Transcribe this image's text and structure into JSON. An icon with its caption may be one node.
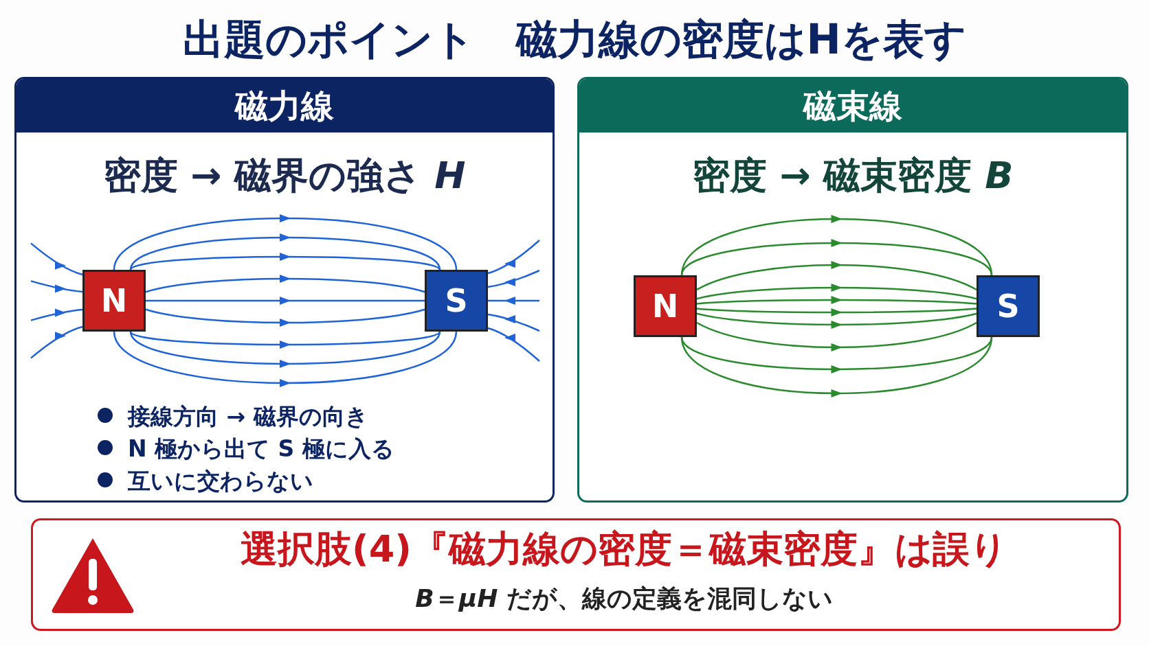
{
  "diagram": {
    "title": "出題のポイント　磁力線の密度はHを表す",
    "nodes": [
      {
        "text": [
          "磁力線",
          "密度 → 磁界の強さ *H*",
          "接線方向 → 磁界の向き",
          "N 極から出て S 極に入る",
          "互いに交わらない"
        ]
      },
      {
        "text": [
          "N"
        ],
        "in": 0
      },
      {
        "text": [
          "S"
        ],
        "in": 0
      },
      {
        "text": [
          "磁束線",
          "密度 → 磁束密度 *B*"
        ]
      },
      {
        "text": [
          "N"
        ],
        "in": 3
      },
      {
        "text": [
          "S"
        ],
        "in": 3
      },
      {
        "text": [
          "選択肢(4)『磁力線の密度＝磁束密度』は誤り",
          "*B*＝*μH* だが、線の定義を混同しない"
        ]
      }
    ]
  }
}
